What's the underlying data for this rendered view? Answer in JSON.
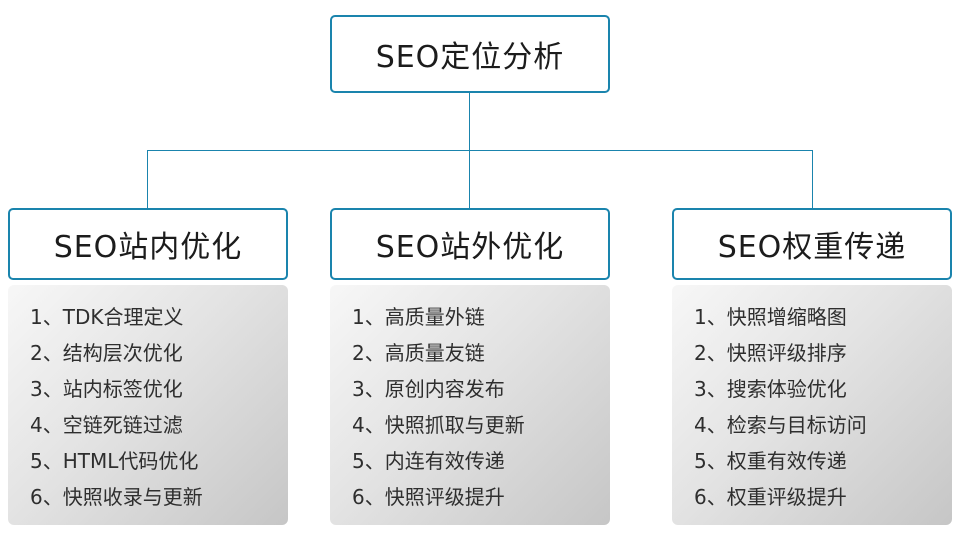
{
  "root": {
    "title": "SEO定位分析"
  },
  "columns": [
    {
      "title": "SEO站内优化",
      "items": [
        "1、TDK合理定义",
        "2、结构层次优化",
        "3、站内标签优化",
        "4、空链死链过滤",
        "5、HTML代码优化",
        "6、快照收录与更新"
      ]
    },
    {
      "title": "SEO站外优化",
      "items": [
        "1、高质量外链",
        "2、高质量友链",
        "3、原创内容发布",
        "4、快照抓取与更新",
        "5、内连有效传递",
        "6、快照评级提升"
      ]
    },
    {
      "title": "SEO权重传递",
      "items": [
        "1、快照增缩略图",
        "2、快照评级排序",
        "3、搜索体验优化",
        "4、检索与目标访问",
        "5、权重有效传递",
        "6、权重评级提升"
      ]
    }
  ],
  "colors": {
    "line_and_border": "#1a84ad",
    "title_text": "#1c1c1c",
    "list_text": "#2e2e2e",
    "list_bg_gradient_start": "#f7f7f7",
    "list_bg_gradient_end": "#c6c6c6"
  }
}
